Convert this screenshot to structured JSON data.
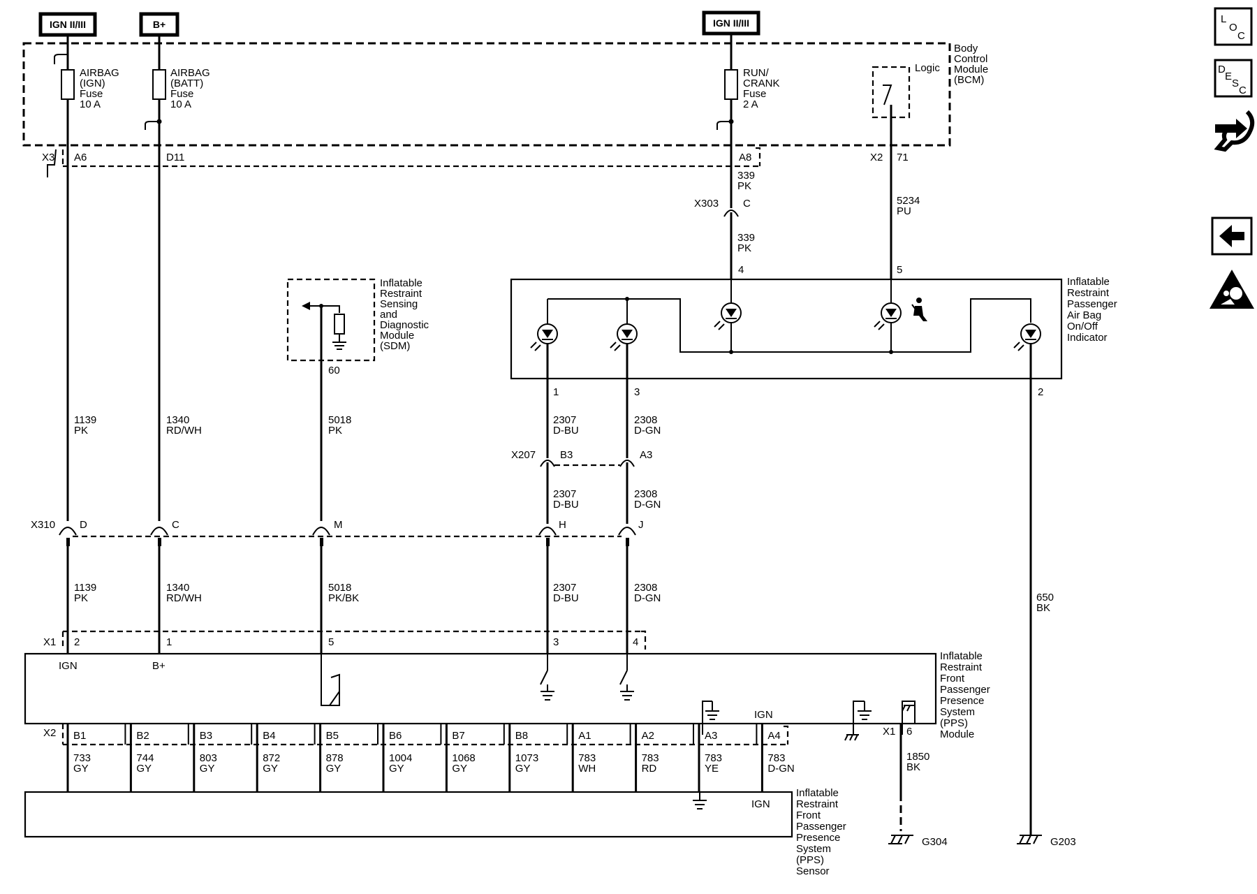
{
  "power_sources": {
    "ign_left": "IGN II/III",
    "batt": "B+",
    "ign_right": "IGN II/III"
  },
  "bcm": {
    "title_lines": [
      "Body",
      "Control",
      "Module",
      "(BCM)"
    ],
    "fuse_ign_lines": [
      "AIRBAG",
      "(IGN)",
      "Fuse",
      "10 A"
    ],
    "fuse_batt_lines": [
      "AIRBAG",
      "(BATT)",
      "Fuse",
      "10 A"
    ],
    "fuse_run_lines": [
      "RUN/",
      "CRANK",
      "Fuse",
      "2 A"
    ],
    "logic": "Logic",
    "x3": "X3",
    "a6": "A6",
    "d11": "D11",
    "a8": "A8",
    "x2": "X2",
    "p71": "71"
  },
  "sdm": {
    "title_lines": [
      "Inflatable",
      "Restraint",
      "Sensing",
      "and",
      "Diagnostic",
      "Module",
      "(SDM)"
    ],
    "pin": "60"
  },
  "indicator": {
    "title_lines": [
      "Inflatable",
      "Restraint",
      "Passenger",
      "Air Bag",
      "On/Off",
      "Indicator"
    ],
    "pins": {
      "p4": "4",
      "p5": "5",
      "p1": "1",
      "p3": "3",
      "p2": "2"
    }
  },
  "connectors": {
    "x303": "X303",
    "x303_pin": "C",
    "x207": "X207",
    "x207_b3": "B3",
    "x207_a3": "A3",
    "x310": "X310",
    "x310_d": "D",
    "x310_c": "C",
    "x310_m": "M",
    "x310_h": "H",
    "x310_j": "J"
  },
  "wires": {
    "w339_top": {
      "num": "339",
      "color": "PK"
    },
    "w339_bot": {
      "num": "339",
      "color": "PK"
    },
    "w5234": {
      "num": "5234",
      "color": "PU"
    },
    "w1139_top": {
      "num": "1139",
      "color": "PK"
    },
    "w1340_top": {
      "num": "1340",
      "color": "RD/WH"
    },
    "w5018_top": {
      "num": "5018",
      "color": "PK"
    },
    "w2307_a": {
      "num": "2307",
      "color": "D-BU"
    },
    "w2308_a": {
      "num": "2308",
      "color": "D-GN"
    },
    "w2307_b": {
      "num": "2307",
      "color": "D-BU"
    },
    "w2308_b": {
      "num": "2308",
      "color": "D-GN"
    },
    "w1139_bot": {
      "num": "1139",
      "color": "PK"
    },
    "w1340_bot": {
      "num": "1340",
      "color": "RD/WH"
    },
    "w5018_bot": {
      "num": "5018",
      "color": "PK/BK"
    },
    "w2307_c": {
      "num": "2307",
      "color": "D-BU"
    },
    "w2308_c": {
      "num": "2308",
      "color": "D-GN"
    },
    "w650": {
      "num": "650",
      "color": "BK"
    },
    "w1850": {
      "num": "1850",
      "color": "BK"
    }
  },
  "pps_module": {
    "title_lines": [
      "Inflatable",
      "Restraint",
      "Front",
      "Passenger",
      "Presence",
      "System",
      "(PPS)",
      "Module"
    ],
    "x1": "X1",
    "pins_top": [
      "2",
      "1",
      "5",
      "3",
      "4"
    ],
    "ign_label": "IGN",
    "bplus_label": "B+",
    "ign_right": "IGN",
    "x1_right": "X1",
    "pin6": "6",
    "x2": "X2"
  },
  "pps_bottom_pins": [
    {
      "pin": "B1",
      "num": "733",
      "color": "GY"
    },
    {
      "pin": "B2",
      "num": "744",
      "color": "GY"
    },
    {
      "pin": "B3",
      "num": "803",
      "color": "GY"
    },
    {
      "pin": "B4",
      "num": "872",
      "color": "GY"
    },
    {
      "pin": "B5",
      "num": "878",
      "color": "GY"
    },
    {
      "pin": "B6",
      "num": "1004",
      "color": "GY"
    },
    {
      "pin": "B7",
      "num": "1068",
      "color": "GY"
    },
    {
      "pin": "B8",
      "num": "1073",
      "color": "GY"
    },
    {
      "pin": "A1",
      "num": "783",
      "color": "WH"
    },
    {
      "pin": "A2",
      "num": "783",
      "color": "RD"
    },
    {
      "pin": "A3",
      "num": "783",
      "color": "YE"
    },
    {
      "pin": "A4",
      "num": "783",
      "color": "D-GN"
    }
  ],
  "pps_sensor": {
    "title_lines": [
      "Inflatable",
      "Restraint",
      "Front",
      "Passenger",
      "Presence",
      "System",
      "(PPS)",
      "Sensor"
    ],
    "ign": "IGN"
  },
  "grounds": {
    "g304": "G304",
    "g203": "G203"
  },
  "side_icons": {
    "loc": {
      "l": "L",
      "o": "O",
      "c": "C"
    },
    "desc": {
      "d": "D",
      "e": "E",
      "s": "S",
      "c": "C"
    }
  }
}
